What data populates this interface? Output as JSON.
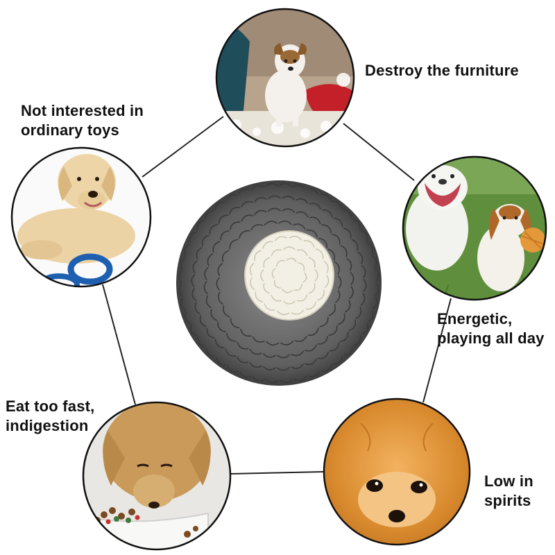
{
  "colors": {
    "background": "#ffffff",
    "ring": "#111111",
    "connector": "#222222",
    "mat_grey": "#6b6b6b",
    "mat_center": "#f2efe4",
    "caption": "#111111"
  },
  "captions": {
    "furniture": "Destroy the furniture",
    "toys": "Not interested in\nordinary toys",
    "energetic": "Energetic,\nplaying all day",
    "fast": "Eat too fast,\nindigestion",
    "spirits": "Low in\nspirits"
  },
  "photos": {
    "furniture": "jack-russell-dog-with-torn-pillows",
    "toys": "labrador-with-blue-ring-toy",
    "energetic": "bulldog-and-beagle-playing-with-ball",
    "fast": "golden-retriever-eating-kibble",
    "spirits": "sad-pomeranian-face"
  },
  "product": "snuffle-mat"
}
